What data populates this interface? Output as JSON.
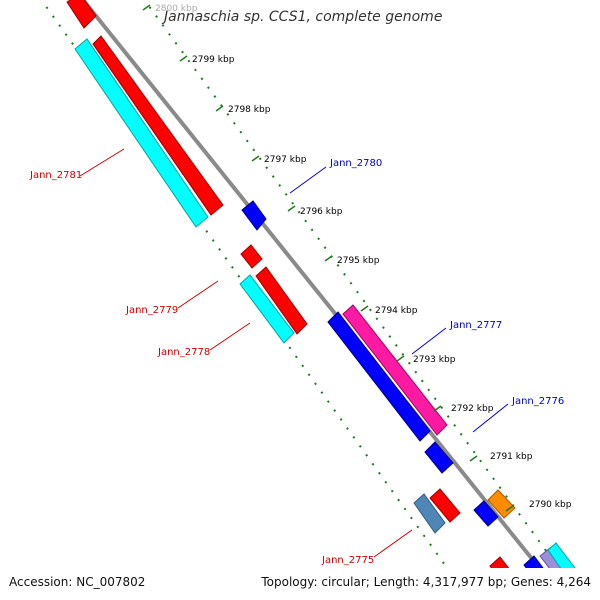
{
  "header": {
    "title": "Jannaschia sp. CCS1, complete genome"
  },
  "footer": {
    "accession": "Accession: NC_007802",
    "summary": "Topology: circular; Length: 4,317,977 bp; Genes: 4,264"
  },
  "colors": {
    "backbone": "#8a8a8a",
    "tick_marks": "#1f7a1f",
    "forward_cds": "#ff0000",
    "forward_rna": "#00ffff",
    "reverse_cds": "#0000ff",
    "reverse_other": "#ff1aa3",
    "orange_feature": "#ff8c00",
    "steelblue_feature": "#4f86b8",
    "label_forward": "#cc0000",
    "label_reverse": "#0000cc"
  },
  "scale": {
    "ticks": [
      {
        "label": "2800 kbp"
      },
      {
        "label": "2799 kbp"
      },
      {
        "label": "2798 kbp"
      },
      {
        "label": "2797 kbp"
      },
      {
        "label": "2796 kbp"
      },
      {
        "label": "2795 kbp"
      },
      {
        "label": "2794 kbp"
      },
      {
        "label": "2793 kbp"
      },
      {
        "label": "2792 kbp"
      },
      {
        "label": "2791 kbp"
      },
      {
        "label": "2790 kbp"
      }
    ]
  },
  "gene_labels": {
    "forward": [
      "Jann_2781",
      "Jann_2779",
      "Jann_2778",
      "Jann_2775"
    ],
    "reverse": [
      "Jann_2780",
      "Jann_2777",
      "Jann_2776"
    ]
  }
}
